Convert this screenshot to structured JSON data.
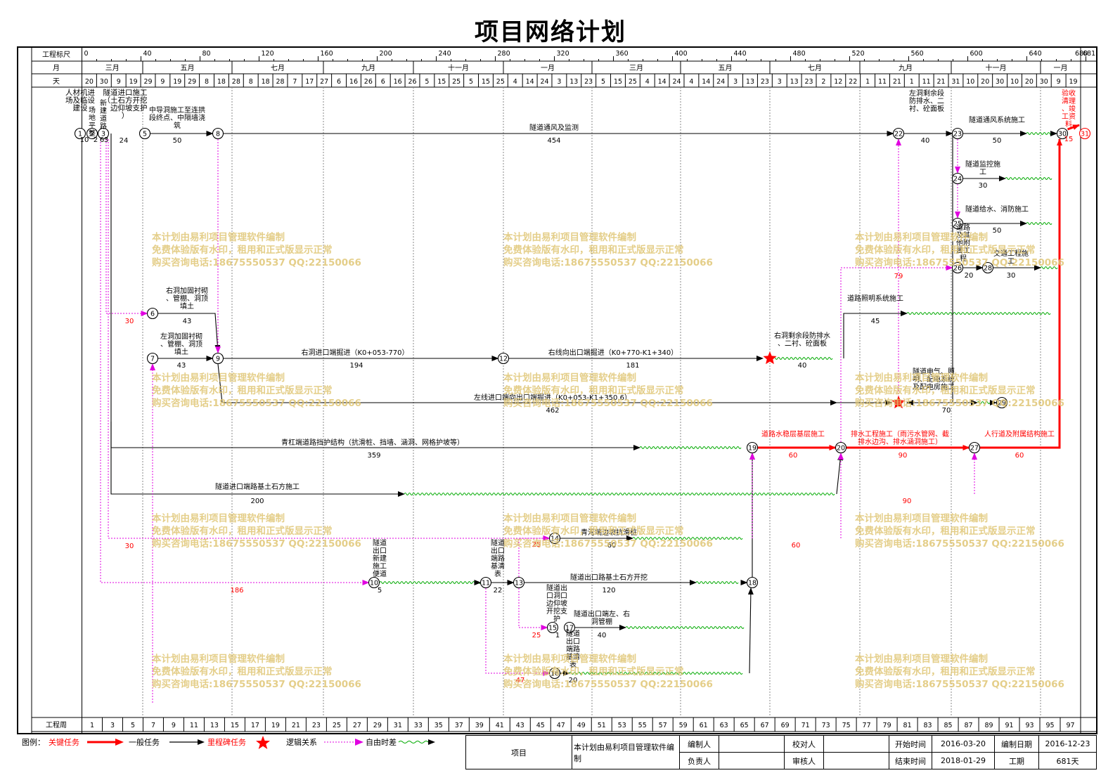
{
  "title": "项目网络计划",
  "header": {
    "rows": [
      "工程标尺",
      "月",
      "天"
    ],
    "bottom_label": "工程周",
    "scale_ticks": [
      "0",
      "40",
      "80",
      "120",
      "160",
      "200",
      "240",
      "280",
      "320",
      "360",
      "400",
      "440",
      "480",
      "520",
      "560",
      "600",
      "640",
      "680",
      "681"
    ],
    "months": [
      "三月",
      "五月",
      "七月",
      "九月",
      "十一月",
      "一月",
      "三月",
      "五月",
      "七月",
      "九月",
      "十一月",
      "一月"
    ],
    "days": [
      "20",
      "30",
      "9",
      "19",
      "29",
      "9",
      "19",
      "29",
      "8",
      "18",
      "28",
      "8",
      "18",
      "28",
      "7",
      "17",
      "27",
      "6",
      "16",
      "26",
      "6",
      "16",
      "26",
      "5",
      "15",
      "25",
      "5",
      "15",
      "25",
      "4",
      "14",
      "24",
      "3",
      "13",
      "23",
      "5",
      "15",
      "25",
      "4",
      "14",
      "24",
      "4",
      "14",
      "24",
      "3",
      "13",
      "23",
      "3",
      "13",
      "23",
      "2",
      "12",
      "22",
      "1",
      "11",
      "21",
      "1",
      "11",
      "21",
      "31",
      "10",
      "20",
      "30",
      "10",
      "20",
      "30",
      "9",
      "19"
    ],
    "weeks": [
      "1",
      "3",
      "5",
      "7",
      "9",
      "11",
      "13",
      "15",
      "17",
      "19",
      "21",
      "23",
      "25",
      "27",
      "29",
      "31",
      "33",
      "35",
      "37",
      "39",
      "41",
      "43",
      "45",
      "47",
      "49",
      "51",
      "53",
      "55",
      "57",
      "59",
      "61",
      "63",
      "65",
      "67",
      "69",
      "71",
      "73",
      "75",
      "77",
      "79",
      "81",
      "83",
      "85",
      "87",
      "89",
      "91",
      "93",
      "95",
      "97"
    ]
  },
  "nodes": [
    "1",
    "2",
    "3",
    "5",
    "6",
    "7",
    "8",
    "9",
    "10",
    "11",
    "12",
    "13",
    "14",
    "15",
    "16",
    "17",
    "18",
    "19",
    "20",
    "22",
    "23",
    "24",
    "25",
    "26",
    "27",
    "28",
    "29",
    "30",
    "31"
  ],
  "activities": [
    {
      "label": "人材机进场及临设建设",
      "dur": "10"
    },
    {
      "label": "场地平整",
      "dur": "2"
    },
    {
      "label": "新建道路",
      "dur": "3"
    },
    {
      "label": "隧道进口施工（土石方开挖、边仰坡支护）",
      "dur": "6"
    },
    {
      "label": "",
      "dur": "24"
    },
    {
      "label": "中导洞施工至连拱段终点、中隔墙浇筑",
      "dur": "50"
    },
    {
      "label": "隧道通风及监测",
      "dur": "454"
    },
    {
      "label": "左洞剩余段防排水、二衬、砼面板",
      "dur": "40"
    },
    {
      "label": "隧道通风系统施工",
      "dur": "50"
    },
    {
      "label": "验收清理、竣工资料",
      "dur": "15"
    },
    {
      "label": "隧道监控施工",
      "dur": "30"
    },
    {
      "label": "隧道给水、消防施工",
      "dur": "50"
    },
    {
      "label": "道路及其他附属工程",
      "dur": "20"
    },
    {
      "label": "交通工程施工",
      "dur": "30"
    },
    {
      "label": "右洞加固衬砌、管棚、洞顶填土",
      "dur": "43"
    },
    {
      "label": "左洞加固衬砌、管棚、洞顶填土",
      "dur": "43"
    },
    {
      "label": "道路照明系统施工",
      "dur": "45"
    },
    {
      "label": "右洞进口端掘进（K0+053-770）",
      "dur": "194"
    },
    {
      "label": "右线向出口端掘进（K0+770-K1+340）",
      "dur": "181"
    },
    {
      "label": "右洞剩余段防排水、二衬、砼面板",
      "dur": "40"
    },
    {
      "label": "隧道电气、照明、配电系统及配电房施工",
      "dur": "70"
    },
    {
      "label": "左线进口端向出口端掘进（K0+053-K1+350.6）",
      "dur": "462"
    },
    {
      "label": "青杠端道路挡护结构（抗滑桩、挡墙、涵洞、网格护坡等）",
      "dur": "359"
    },
    {
      "label": "道路水稳层基层施工",
      "dur": "60"
    },
    {
      "label": "排水工程施工（雨污水管网、截排水边沟、排水涵洞施工）",
      "dur": "90"
    },
    {
      "label": "人行道及附属结构施工",
      "dur": "60"
    },
    {
      "label": "隧道进口端路基土石方施工",
      "dur": "200"
    },
    {
      "label": "青河端边坡抗滑桩",
      "dur": "60"
    },
    {
      "label": "隧道出口新建施工便道",
      "dur": "5"
    },
    {
      "label": "隧道出口端路基清表",
      "dur": "22"
    },
    {
      "label": "隧道出口路基土石方开挖",
      "dur": "120"
    },
    {
      "label": "隧道出口洞口边仰坡开挖支护",
      "dur": "1"
    },
    {
      "label": "隧道出口端左、右洞管棚",
      "dur": "40"
    },
    {
      "label": "隧道出口端路基清表",
      "dur": "20"
    }
  ],
  "free_float_labels": [
    "30",
    "30",
    "186",
    "79",
    "90",
    "60",
    "25",
    "25",
    "47"
  ],
  "watermark": [
    "本计划由易利项目管理软件编制",
    "免费体验版有水印，租用和正式版显示正常",
    "购买咨询电话:18675550537 QQ:22150066"
  ],
  "legend": {
    "label": "图例：",
    "items": [
      "关键任务",
      "一般任务",
      "里程碑任务",
      "逻辑关系",
      "自由时差"
    ]
  },
  "footer": {
    "project_label": "项目",
    "project_value": "本计划由易利项目管理软件编制",
    "editor_label": "编制人",
    "editor_value": "",
    "reviewer_label": "校对人",
    "reviewer_value": "",
    "owner_label": "负责人",
    "owner_value": "",
    "approver_label": "审核人",
    "approver_value": "",
    "start_label": "开始时间",
    "start_value": "2016-03-20",
    "end_label": "结束时间",
    "end_value": "2018-01-29",
    "date_label": "编制日期",
    "date_value": "2016-12-23",
    "duration_label": "工期",
    "duration_value": "681天"
  },
  "colors": {
    "critical": "#ff0000",
    "normal": "#000000",
    "logic": "#e000e0",
    "float": "#00aa00",
    "watermark": "#e0c675"
  }
}
